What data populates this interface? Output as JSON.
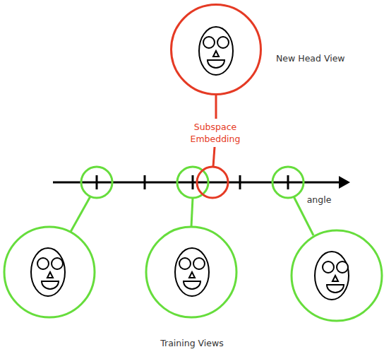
{
  "diagram": {
    "nodes": [
      {
        "text": [
          "New Head View"
        ]
      }
    ],
    "labels": [
      "Subspace Embedding",
      "angle",
      "Training Views"
    ]
  }
}
